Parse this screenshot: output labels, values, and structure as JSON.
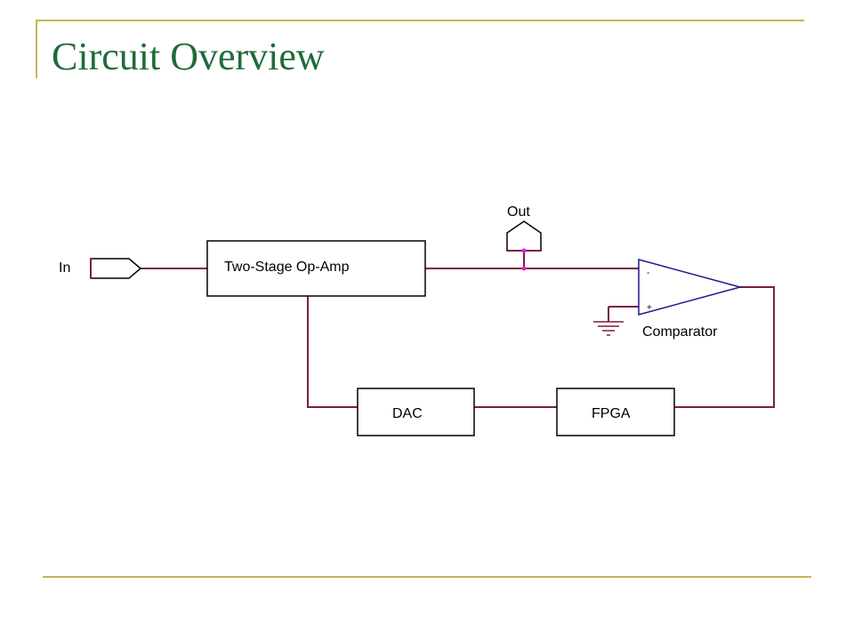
{
  "slide": {
    "title": "Circuit Overview",
    "accent_color": "#c8b55a",
    "title_color": "#1f6b3a"
  },
  "diagram": {
    "wire_color": "#7a1f3d",
    "junction_color": "#e020e0",
    "opamp_color": "#1a1a8c",
    "input_port": {
      "label": "In"
    },
    "output_port": {
      "label": "Out"
    },
    "blocks": {
      "opamp_block": "Two-Stage Op-Amp",
      "dac": "DAC",
      "fpga": "FPGA"
    },
    "comparator": {
      "label": "Comparator",
      "minus_sign": "-",
      "plus_sign": "+"
    },
    "ground": {
      "icon": "ground-icon"
    }
  }
}
